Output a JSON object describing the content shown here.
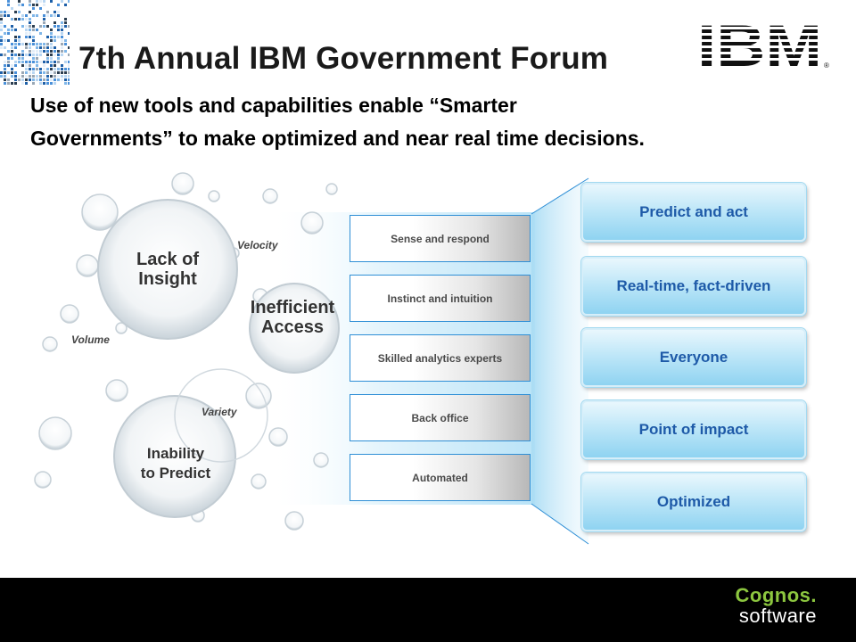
{
  "header": {
    "title": "7th Annual IBM Government Forum",
    "logo": "IBM",
    "headline_line1": "Use of new tools and capabilities enable “Smarter",
    "headline_line2": "Governments”  to make optimized and near real time decisions."
  },
  "bubbles": {
    "lack_of_insight_1": "Lack of",
    "lack_of_insight_2": "Insight",
    "inefficient_access_1": "Inefficient",
    "inefficient_access_2": "Access",
    "inability_1": "Inability",
    "inability_2": "to Predict",
    "velocity": "Velocity",
    "volume": "Volume",
    "variety": "Variety"
  },
  "middle_steps": [
    "Sense and respond",
    "Instinct and intuition",
    "Skilled analytics experts",
    "Back office",
    "Automated"
  ],
  "results": [
    "Predict and act",
    "Real-time, fact-driven",
    "Everyone",
    "Point of impact",
    "Optimized"
  ],
  "footer": {
    "brand_line1": "Cognos.",
    "brand_line2": "software"
  },
  "colors": {
    "result_text": "#1e5aa8",
    "box_border": "#2f8fd6",
    "footer_bg": "#000000",
    "cognos_green": "#8cc63f"
  },
  "icons": [
    "pixel-mosaic-icon",
    "ibm-logo-icon"
  ]
}
